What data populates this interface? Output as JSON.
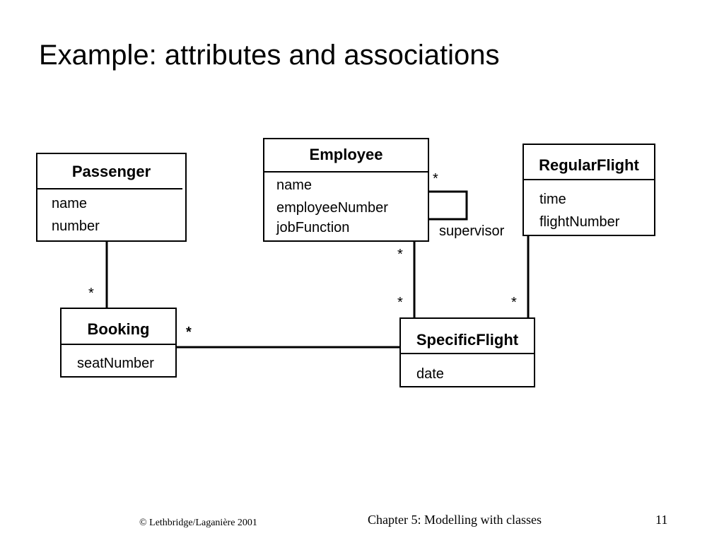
{
  "slide": {
    "title": "Example: attributes and associations"
  },
  "classes": {
    "passenger": {
      "name": "Passenger",
      "attributes": [
        "name",
        "number"
      ]
    },
    "employee": {
      "name": "Employee",
      "attributes": [
        "name",
        "employeeNumber",
        "jobFunction"
      ]
    },
    "regular_flight": {
      "name": "RegularFlight",
      "attributes": [
        "time",
        "flightNumber"
      ]
    },
    "booking": {
      "name": "Booking",
      "attributes": [
        "seatNumber"
      ]
    },
    "specific_flight": {
      "name": "SpecificFlight",
      "attributes": [
        "date"
      ]
    }
  },
  "associations": {
    "passenger_booking": {
      "multiplicity_booking": "*"
    },
    "booking_specific_flight": {
      "multiplicity_booking": "*"
    },
    "employee_supervisor": {
      "role": "supervisor",
      "multiplicity": "*"
    },
    "employee_specific_flight": {
      "multiplicity_employee": "*",
      "multiplicity_flight": "*"
    },
    "regular_flight_specific_flight": {
      "multiplicity_flight": "*"
    }
  },
  "footer": {
    "copyright": "© Lethbridge/Laganière 2001",
    "chapter": "Chapter 5: Modelling with classes",
    "page_number": "11"
  }
}
